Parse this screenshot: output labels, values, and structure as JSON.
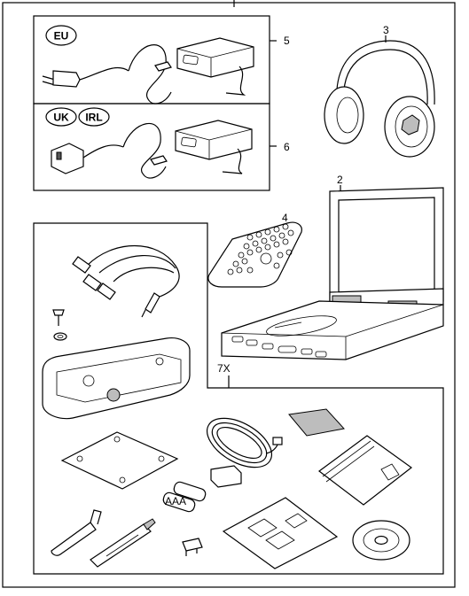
{
  "callouts": {
    "psu_eu": "5",
    "psu_uk": "6",
    "headphones": "3",
    "remote": "4",
    "player": "2",
    "kit": "7X"
  },
  "region_badges": {
    "eu": "EU",
    "uk": "UK",
    "irl": "IRL"
  },
  "battery_label": "AAA"
}
